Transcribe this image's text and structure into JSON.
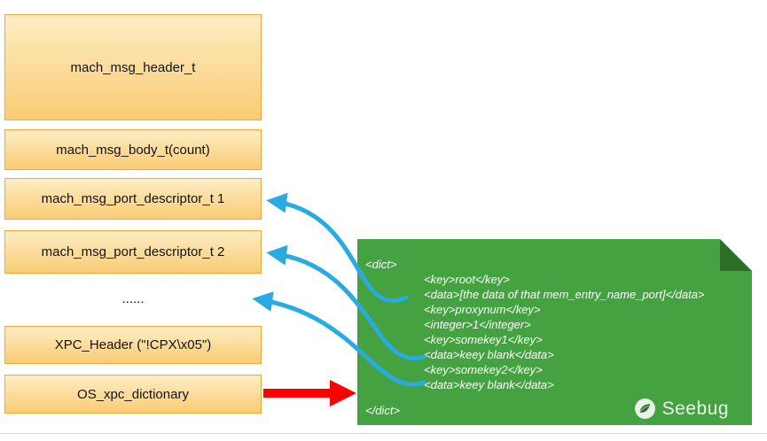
{
  "stack": {
    "header": "mach_msg_header_t",
    "body": "mach_msg_body_t(count)",
    "port1": "mach_msg_port_descriptor_t 1",
    "port2": "mach_msg_port_descriptor_t 2",
    "ellipsis": "......",
    "xpc_header": "XPC_Header (\"!CPX\\x05\")",
    "xpc_dict": "OS_xpc_dictionary"
  },
  "plist": {
    "open_tag": "<dict>",
    "entries": [
      "<key>root</key>",
      "<data>[the data of that mem_entry_name_port]</data>",
      "<key>proxynum</key>",
      "<integer>1</integer>",
      "<key>somekey1</key>",
      "<data>keey blank</data>",
      "<key>somekey2</key>",
      "<data>keey blank</data>"
    ],
    "close_tag": "</dict>"
  },
  "watermark": {
    "text": "Seebug"
  },
  "colors": {
    "box_fill_top": "#FDEDC4",
    "box_fill_bottom": "#FACC74",
    "box_border": "#F0A93C",
    "green": "#44A340",
    "green_fold": "#2D6E2B",
    "arrow_blue": "#29ABE2",
    "arrow_red": "#FE0000"
  }
}
